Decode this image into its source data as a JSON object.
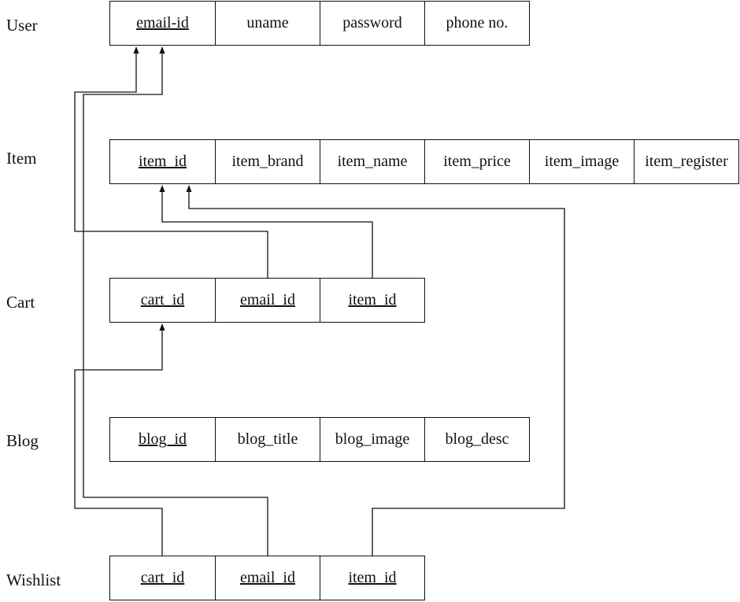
{
  "tables": [
    {
      "label": "User",
      "fields": [
        {
          "name": "email-id",
          "key": true
        },
        {
          "name": "uname",
          "key": false
        },
        {
          "name": "password",
          "key": false
        },
        {
          "name": "phone no.",
          "key": false
        }
      ]
    },
    {
      "label": "Item",
      "fields": [
        {
          "name": "item_id",
          "key": true
        },
        {
          "name": "item_brand",
          "key": false
        },
        {
          "name": "item_name",
          "key": false
        },
        {
          "name": "item_price",
          "key": false
        },
        {
          "name": "item_image",
          "key": false
        },
        {
          "name": "item_register",
          "key": false
        }
      ]
    },
    {
      "label": "Cart",
      "fields": [
        {
          "name": "cart_id",
          "key": true
        },
        {
          "name": "email_id",
          "key": true
        },
        {
          "name": "item_id",
          "key": true
        }
      ]
    },
    {
      "label": "Blog",
      "fields": [
        {
          "name": "blog_id",
          "key": true
        },
        {
          "name": "blog_title",
          "key": false
        },
        {
          "name": "blog_image",
          "key": false
        },
        {
          "name": "blog_desc",
          "key": false
        }
      ]
    },
    {
      "label": "Wishlist",
      "fields": [
        {
          "name": "cart_id",
          "key": true
        },
        {
          "name": "email_id",
          "key": true
        },
        {
          "name": "item_id",
          "key": true
        }
      ]
    }
  ],
  "relationships": [
    {
      "from": "Cart.email_id",
      "to": "User.email-id"
    },
    {
      "from": "Wishlist.email_id",
      "to": "User.email-id"
    },
    {
      "from": "Cart.item_id",
      "to": "Item.item_id"
    },
    {
      "from": "Wishlist.item_id",
      "to": "Item.item_id"
    },
    {
      "from": "Wishlist.cart_id",
      "to": "Cart.cart_id"
    }
  ],
  "colors": {
    "line": "#111111",
    "background": "#ffffff"
  }
}
